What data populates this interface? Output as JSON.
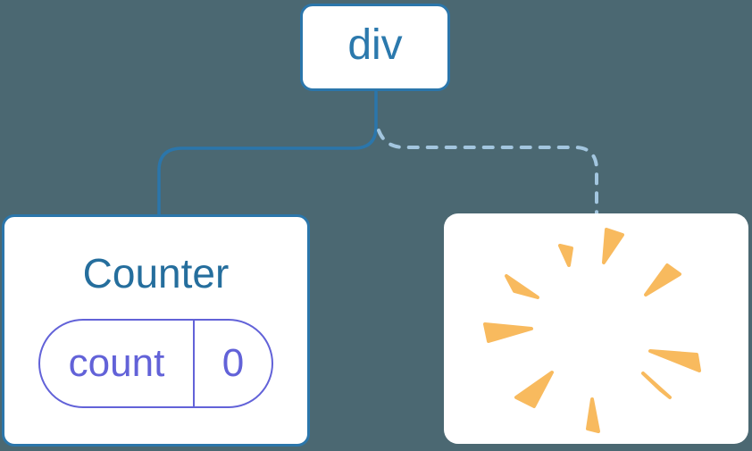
{
  "diagram": {
    "description": "React component tree diagram: root div with a kept Counter child (solid link) and a removed child (dashed link, poof burst)",
    "root": {
      "label": "div"
    },
    "counter": {
      "title": "Counter",
      "state_key": "count",
      "state_value": "0",
      "connection": "solid"
    },
    "removed": {
      "icon": "poof-burst-icon",
      "connection": "dashed"
    }
  },
  "colors": {
    "background": "#4b6872",
    "line": "#2b76ab",
    "dashed-line": "#a3c6df",
    "node-border": "#2b76ab",
    "root-label": "#2b79ad",
    "counter-title": "#256e9d",
    "pill": "#6262d8",
    "burst": "#f8ba5e",
    "card-bg": "#ffffff"
  }
}
